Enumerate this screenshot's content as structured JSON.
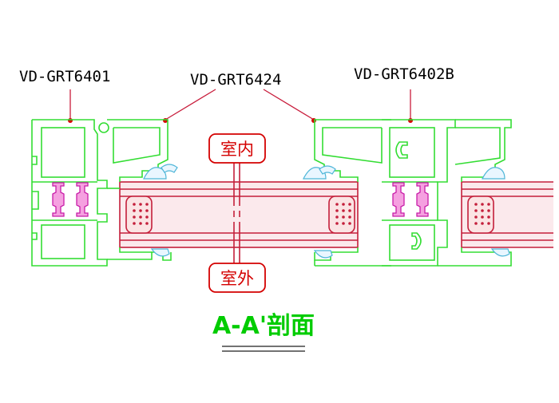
{
  "labels": {
    "left_profile": "VD-GRT6401",
    "middle_profile": "VD-GRT6424",
    "right_profile": "VD-GRT6402B"
  },
  "tags": {
    "indoor": "室内",
    "outdoor": "室外"
  },
  "section_title": "A-A'剖面",
  "colors": {
    "profile": "#33dd33",
    "glass": "#c41f3b",
    "thermal_break": "#f5a0e0",
    "leader": "#c81c3b",
    "tag_text": "#d40000",
    "title": "#00cc00"
  }
}
